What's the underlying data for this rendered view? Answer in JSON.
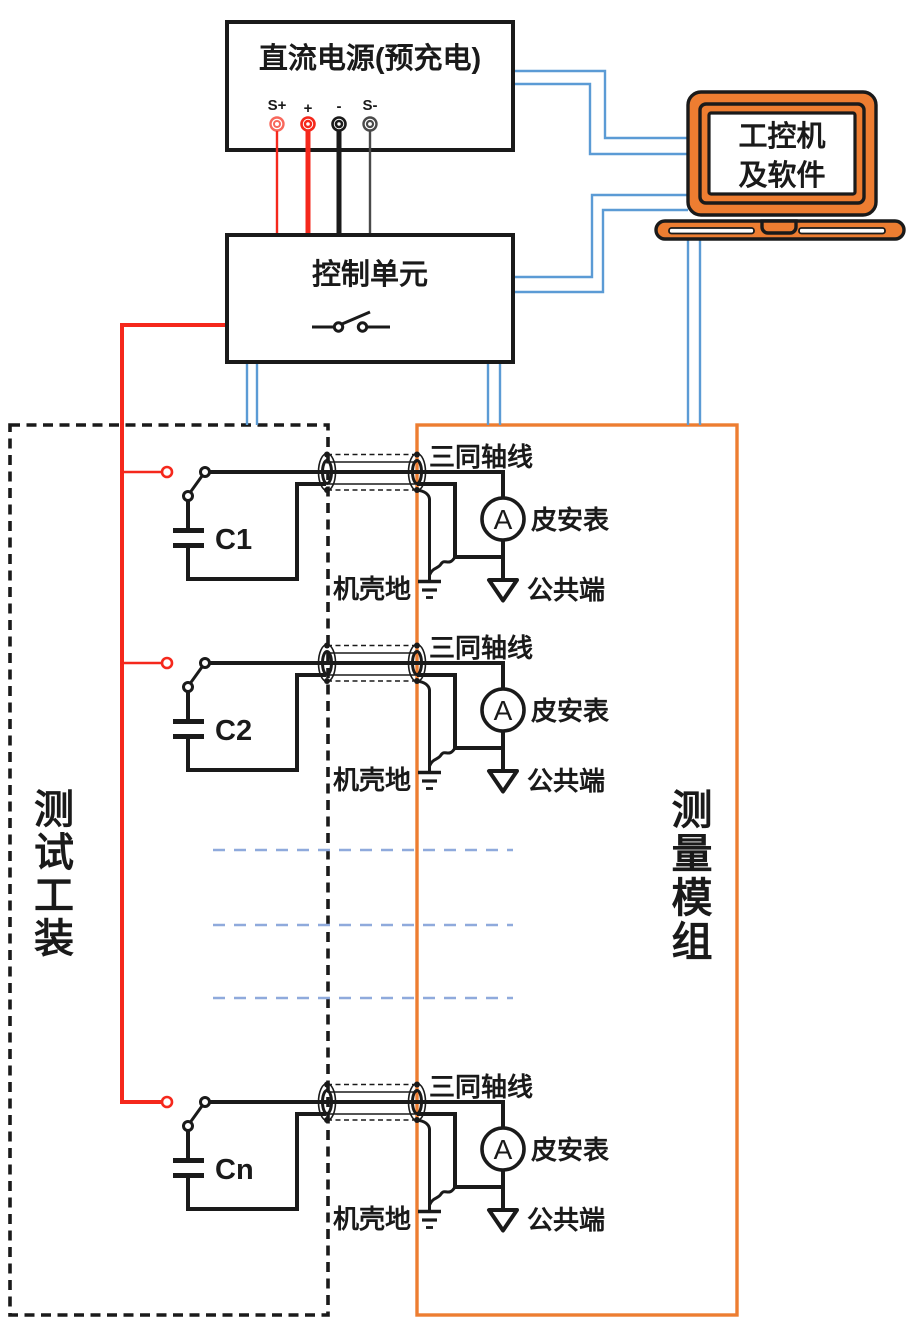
{
  "colors": {
    "line_black": "#1a1a1a",
    "wire_red": "#f5281c",
    "accent_orange": "#ed7d31",
    "wire_blue": "#5b9bd5",
    "separator_blue": "#8faadc"
  },
  "psu": {
    "title": "直流电源(预充电)",
    "terminals": [
      {
        "label": "S+"
      },
      {
        "label": "+"
      },
      {
        "label": "-"
      },
      {
        "label": "S-"
      }
    ]
  },
  "control_unit": {
    "title": "控制单元"
  },
  "industrial_pc": {
    "line1": "工控机",
    "line2": "及软件"
  },
  "test_fixture": {
    "title": "测试工装"
  },
  "measurement_module": {
    "title": "测量模组"
  },
  "labels": {
    "triax_cable": "三同轴线",
    "picoammeter": "皮安表",
    "ammeter_letter": "A",
    "common_terminal": "公共端",
    "chassis_ground": "机壳地"
  },
  "capacitors": [
    {
      "label": "C1"
    },
    {
      "label": "C2"
    },
    {
      "label": "Cn"
    }
  ]
}
